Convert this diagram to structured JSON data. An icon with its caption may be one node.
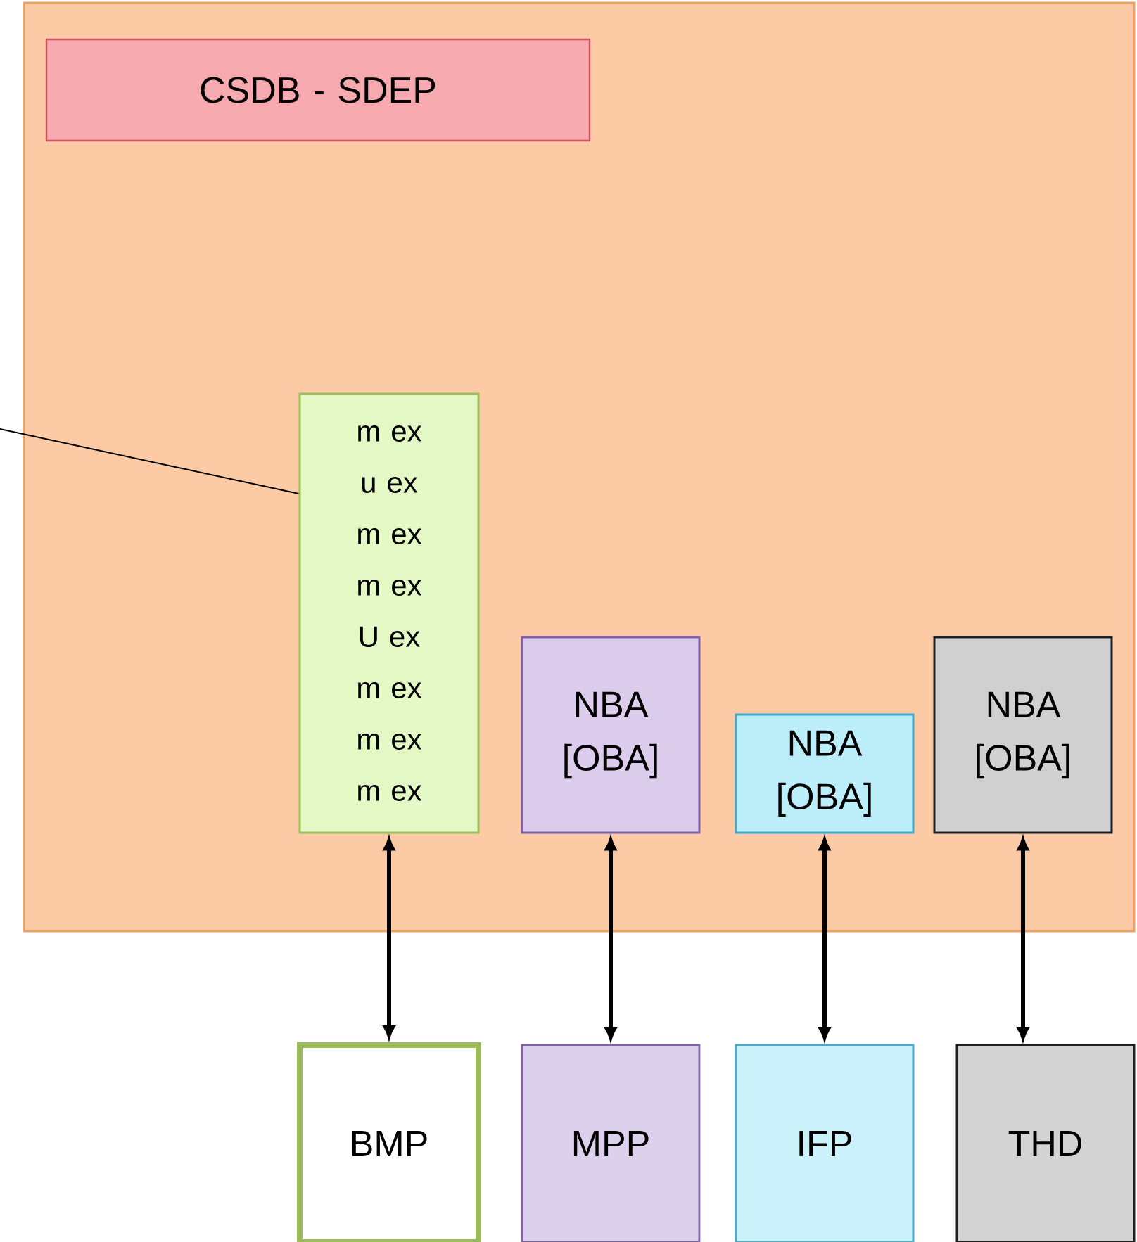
{
  "diagram": {
    "nodes": [
      {
        "text": [],
        "shape": "box"
      },
      {
        "text": [
          "CSDB - SDEP"
        ],
        "in": 0
      },
      {
        "text": [
          "m ex",
          "u ex",
          "m ex",
          "m ex",
          "U ex",
          "m ex",
          "m ex",
          "m ex"
        ],
        "in": 0
      },
      {
        "text": [
          "NBA [OBA]"
        ],
        "in": 0
      },
      {
        "text": [
          "NBA [OBA]"
        ],
        "in": 0
      },
      {
        "text": [
          "NBA [OBA]"
        ],
        "in": 0
      },
      {
        "text": [
          "BMP"
        ]
      },
      {
        "text": [
          "MPP"
        ]
      },
      {
        "text": [
          "IFP"
        ]
      },
      {
        "text": [
          "THD"
        ]
      }
    ],
    "edges": [
      {
        "from": null,
        "to": 2,
        "arrow": "none"
      },
      {
        "from": 2,
        "to": 6,
        "arrow": "both"
      },
      {
        "from": 3,
        "to": 7,
        "arrow": "both"
      },
      {
        "from": 4,
        "to": 8,
        "arrow": "both"
      },
      {
        "from": 5,
        "to": 9,
        "arrow": "both"
      }
    ]
  }
}
